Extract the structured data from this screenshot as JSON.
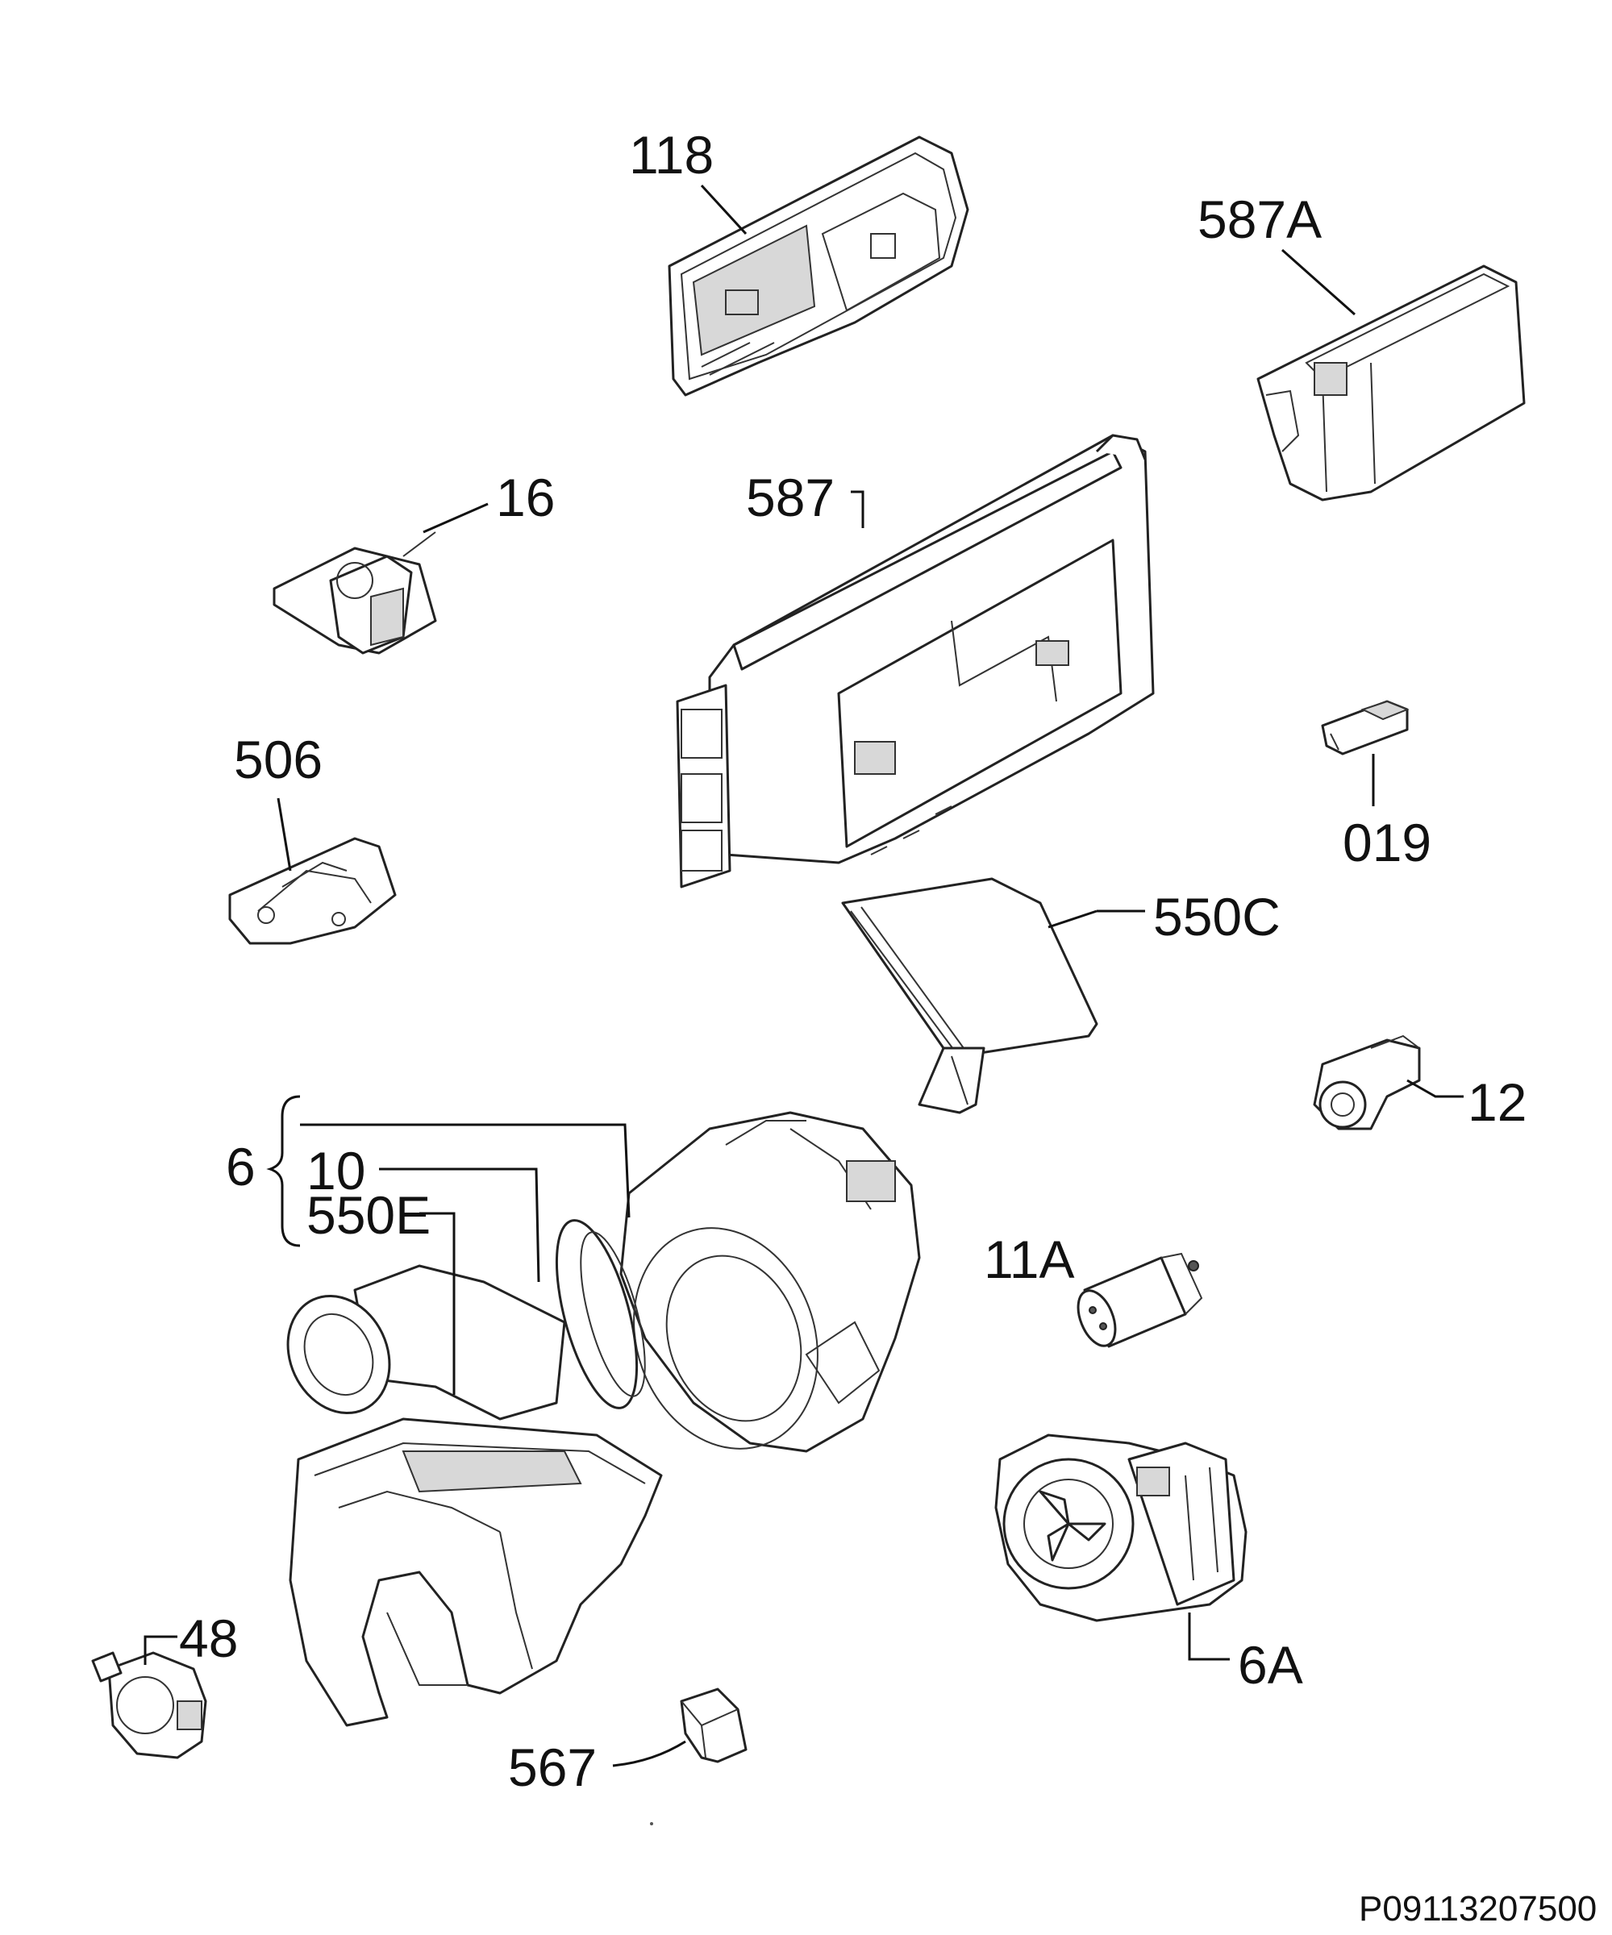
{
  "diagram": {
    "code": "P09113207500",
    "labels": {
      "p118": "118",
      "p587a": "587A",
      "p16": "16",
      "p587": "587",
      "p506": "506",
      "p019": "019",
      "p550c": "550C",
      "p12": "12",
      "p6": "6",
      "p10": "10",
      "p550e": "550E",
      "p11a": "11A",
      "p48": "48",
      "p6a": "6A",
      "p567": "567"
    }
  }
}
